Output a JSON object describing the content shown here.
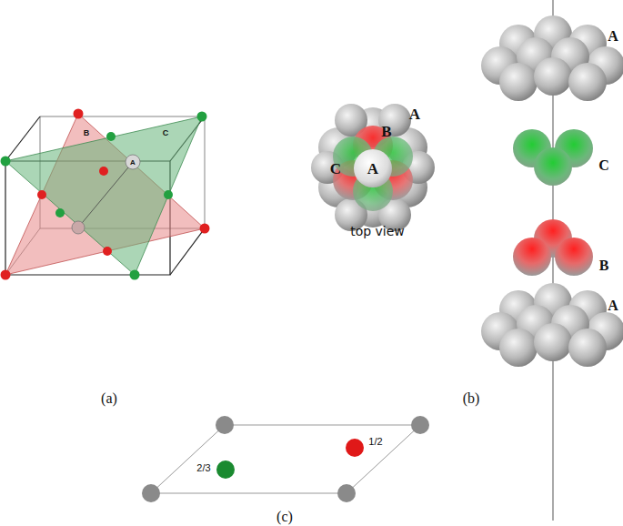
{
  "diagram": {
    "labels": [
      "B",
      "C",
      "A",
      "A",
      "B",
      "C",
      "A",
      "top view",
      "A",
      "C",
      "B",
      "A",
      "(a)",
      "(b)",
      "2/3",
      "1/2",
      "(c)"
    ]
  }
}
